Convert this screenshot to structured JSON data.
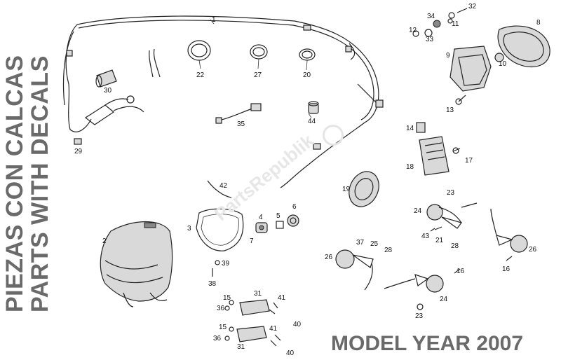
{
  "side_titles": {
    "spanish": "PIEZAS CON CALCAS",
    "english": "PARTS WITH DECALS"
  },
  "model_year": "MODEL YEAR 2007",
  "watermark": "PartsRepublik",
  "callouts": [
    "1",
    "2",
    "3",
    "4",
    "5",
    "6",
    "7",
    "8",
    "9",
    "10",
    "11",
    "12",
    "13",
    "14",
    "15",
    "15",
    "16",
    "16",
    "17",
    "18",
    "19",
    "20",
    "21",
    "22",
    "23",
    "23",
    "24",
    "24",
    "25",
    "26",
    "26",
    "27",
    "28",
    "28",
    "29",
    "30",
    "31",
    "31",
    "32",
    "33",
    "34",
    "35",
    "36",
    "36",
    "37",
    "38",
    "39",
    "40",
    "40",
    "41",
    "41",
    "42",
    "43",
    "44"
  ]
}
